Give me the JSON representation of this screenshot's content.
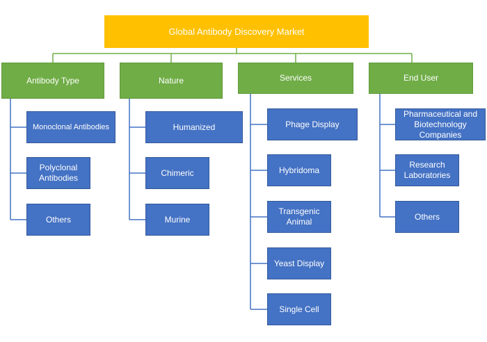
{
  "title": "Global Antibody Discovery Market",
  "colors": {
    "root": "#ffc000",
    "category": "#70ad47",
    "leaf": "#4472c4",
    "connector_top": "#70ad47",
    "connector_branch": "#4472c4"
  },
  "categories": [
    {
      "label": "Antibody Type",
      "items": [
        "Monoclonal Antibodies",
        "Polyclonal Antibodies",
        "Others"
      ]
    },
    {
      "label": "Nature",
      "items": [
        "Humanized",
        "Chimeric",
        "Murine"
      ]
    },
    {
      "label": "Services",
      "items": [
        "Phage Display",
        "Hybridoma",
        "Transgenic Animal",
        "Yeast Display",
        "Single Cell"
      ]
    },
    {
      "label": "End User",
      "items": [
        "Pharmaceutical and Biotechnology Companies",
        "Research Laboratories",
        "Others"
      ]
    }
  ]
}
